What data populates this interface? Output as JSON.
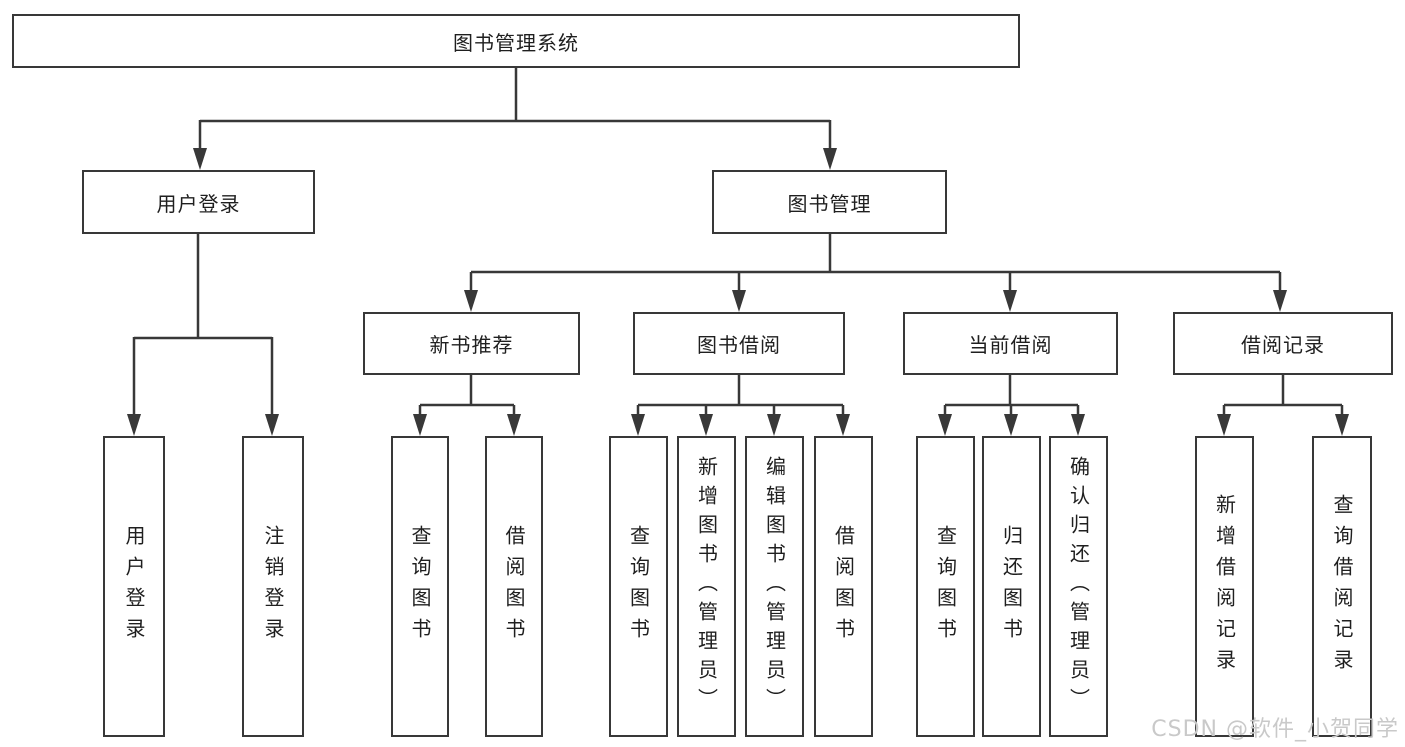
{
  "diagram": {
    "root": {
      "label": "图书管理系统"
    },
    "branches": [
      {
        "label": "用户登录",
        "children": [
          {
            "label": "用户登录"
          },
          {
            "label": "注销登录"
          }
        ]
      },
      {
        "label": "图书管理",
        "children": [
          {
            "label": "新书推荐",
            "children": [
              {
                "label": "查询图书"
              },
              {
                "label": "借阅图书"
              }
            ]
          },
          {
            "label": "图书借阅",
            "children": [
              {
                "label": "查询图书"
              },
              {
                "label": "新增图书（管理员）"
              },
              {
                "label": "编辑图书（管理员）"
              },
              {
                "label": "借阅图书"
              }
            ]
          },
          {
            "label": "当前借阅",
            "children": [
              {
                "label": "查询图书"
              },
              {
                "label": "归还图书"
              },
              {
                "label": "确认归还（管理员）"
              }
            ]
          },
          {
            "label": "借阅记录",
            "children": [
              {
                "label": "新增借阅记录"
              },
              {
                "label": "查询借阅记录"
              }
            ]
          }
        ]
      }
    ]
  },
  "watermark": {
    "text": "CSDN @软件_小贺同学"
  },
  "colors": {
    "line": "#383838",
    "box_border": "#383838",
    "text": "#1f1f1f",
    "watermark": "#c9c9c9",
    "background": "#ffffff"
  }
}
